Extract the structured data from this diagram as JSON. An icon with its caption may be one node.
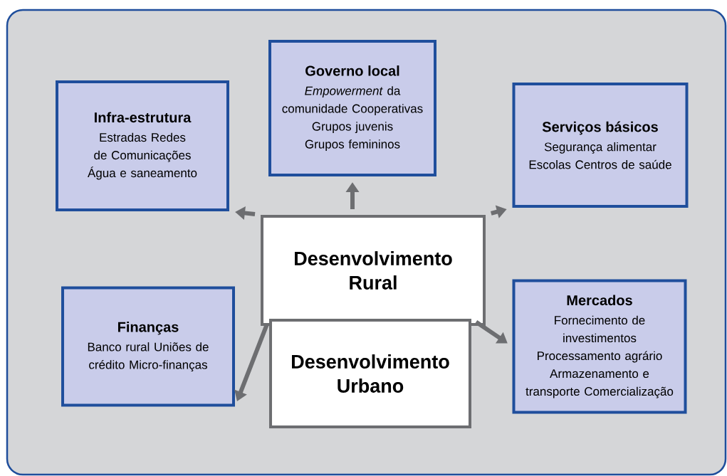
{
  "diagram": {
    "nodes": [
      {
        "text": [
          "Infra-estrutura",
          "Estradas Redes de Comunicações Água e saneamento"
        ]
      },
      {
        "text": [
          "Governo local",
          "*Empowerment* da comunidade Cooperativas Grupos juvenis Grupos femininos"
        ]
      },
      {
        "text": [
          "Serviços básicos",
          "Segurança alimentar Escolas Centros de saúde"
        ]
      },
      {
        "text": [
          "Desenvolvimento Rural"
        ]
      },
      {
        "text": [
          "Finanças",
          "Banco rural Uniões de crédito Micro-finanças"
        ]
      },
      {
        "text": [
          "Desenvolvimento Urbano"
        ]
      },
      {
        "text": [
          "Mercados",
          "Fornecimento de investimentos Processamento agrário Armazenamento e transporte Comercialização"
        ]
      }
    ],
    "edges": [
      {
        "from": 3,
        "to": 0,
        "arrow": "to"
      },
      {
        "from": 3,
        "to": 1,
        "arrow": "to"
      },
      {
        "from": 3,
        "to": 2,
        "arrow": "to"
      },
      {
        "from": 5,
        "to": 4,
        "arrow": "to"
      },
      {
        "from": 5,
        "to": 6,
        "arrow": "to"
      }
    ]
  }
}
